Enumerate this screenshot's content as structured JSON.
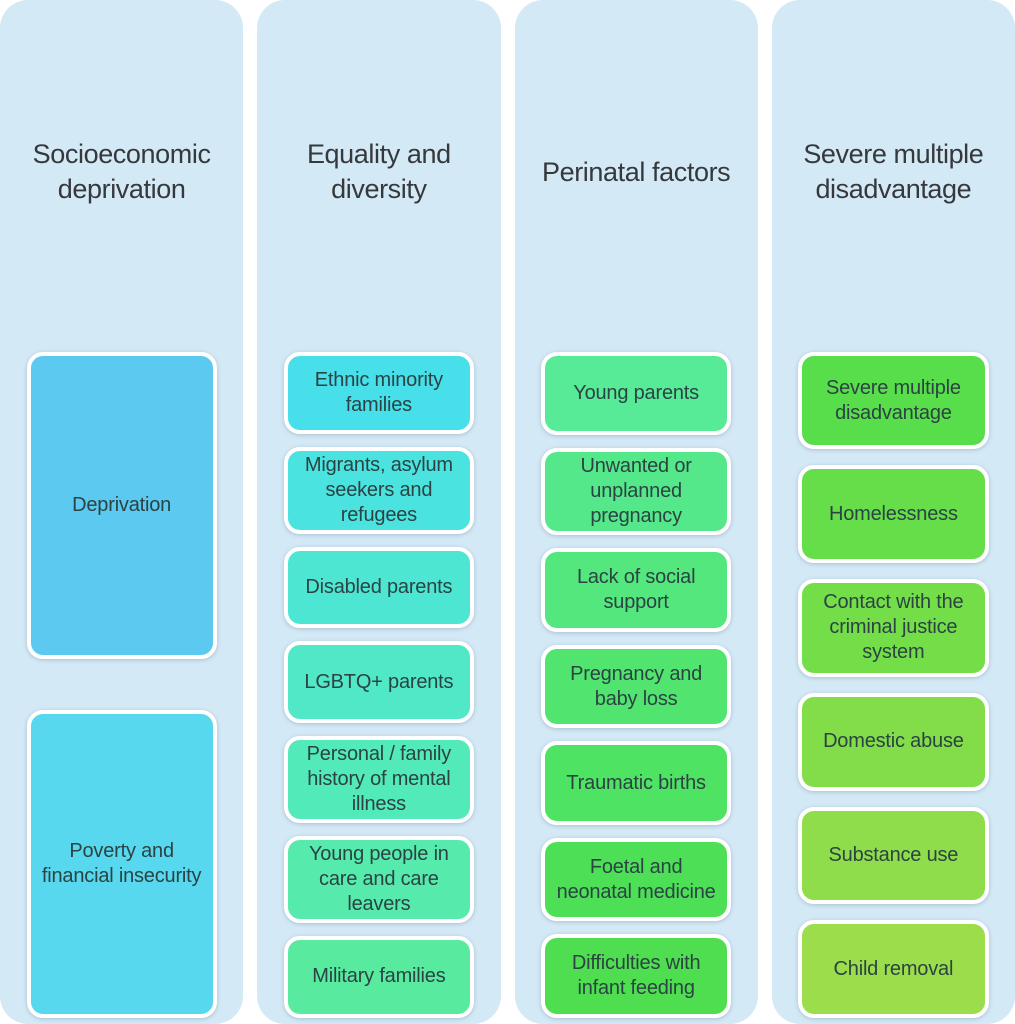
{
  "colors": {
    "column_bg": "#d4e9f6",
    "header_text": "#35393c",
    "card_text": "#2b4343",
    "card_border": "#ffffff"
  },
  "columns": [
    {
      "id": "socioeconomic-deprivation",
      "title": "Socioeconomic deprivation",
      "cards": [
        {
          "label": "Deprivation",
          "color": "#5cc9f0"
        },
        {
          "label": "Poverty and financial insecurity",
          "color": "#58d8ee"
        }
      ]
    },
    {
      "id": "equality-and-diversity",
      "title": "Equality and diversity",
      "cards": [
        {
          "label": "Ethnic minority families",
          "color": "#47dfe9"
        },
        {
          "label": "Migrants, asylum seekers and refugees",
          "color": "#4ae3df"
        },
        {
          "label": "Disabled parents",
          "color": "#4de6d3"
        },
        {
          "label": "LGBTQ+ parents",
          "color": "#50e8c6"
        },
        {
          "label": "Personal / family history of mental illness",
          "color": "#53eab9"
        },
        {
          "label": "Young people in care and care leavers",
          "color": "#56ebac"
        },
        {
          "label": "Military families",
          "color": "#58eb9f"
        }
      ]
    },
    {
      "id": "perinatal-factors",
      "title": "Perinatal factors",
      "cards": [
        {
          "label": "Young parents",
          "color": "#57ea97"
        },
        {
          "label": "Unwanted or unplanned pregnancy",
          "color": "#55e88a"
        },
        {
          "label": "Lack of social support",
          "color": "#53e77d"
        },
        {
          "label": "Pregnancy and baby loss",
          "color": "#51e570"
        },
        {
          "label": "Traumatic births",
          "color": "#4fe363"
        },
        {
          "label": "Foetal and neonatal medicine",
          "color": "#4de057"
        },
        {
          "label": "Difficulties with infant feeding",
          "color": "#4ede4f"
        }
      ]
    },
    {
      "id": "severe-multiple-disadvantage",
      "title": "Severe multiple disadvantage",
      "cards": [
        {
          "label": "Severe multiple disadvantage",
          "color": "#58de4a"
        },
        {
          "label": "Homelessness",
          "color": "#66de49"
        },
        {
          "label": "Contact with the criminal justice system",
          "color": "#74de49"
        },
        {
          "label": "Domestic abuse",
          "color": "#82dd49"
        },
        {
          "label": "Substance use",
          "color": "#8fdd4a"
        },
        {
          "label": "Child removal",
          "color": "#9cdd4b"
        }
      ]
    }
  ]
}
